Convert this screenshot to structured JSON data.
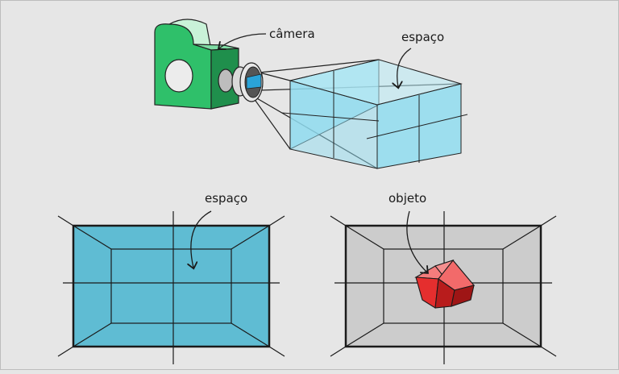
{
  "labels": {
    "camera": "câmera",
    "space_top": "espaço",
    "space_bottom": "espaço",
    "object": "objeto"
  },
  "colors": {
    "background": "#e6e6e6",
    "camera_green": "#2fc06a",
    "camera_light": "#c9f2d8",
    "space_blue": "#5fbcd3",
    "space_light_blue": "#8fdcef",
    "object_red": "#ea3b3b",
    "gray_panel": "#cccccc"
  },
  "icons": [
    "camera-icon",
    "lens-icon",
    "cube-icon",
    "arrow-icon"
  ]
}
